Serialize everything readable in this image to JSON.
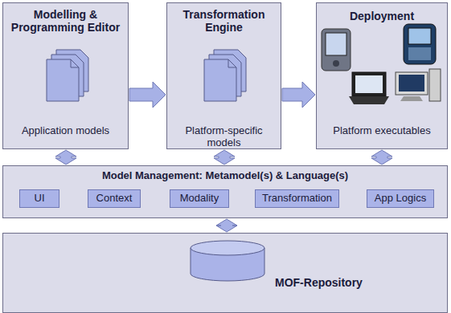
{
  "diagram": {
    "nodes": [
      {
        "text": [
          "Modelling & Programming Editor",
          "Application models"
        ]
      },
      {
        "text": [
          "Transformation Engine",
          "Platform-specific models"
        ]
      },
      {
        "text": [
          "Deployment",
          "Platform executables"
        ]
      },
      {
        "text": [
          "Model Management: Metamodel(s) & Language(s)"
        ]
      },
      {
        "text": [
          "UI"
        ],
        "in": 3
      },
      {
        "text": [
          "Context"
        ],
        "in": 3
      },
      {
        "text": [
          "Modality"
        ],
        "in": 3
      },
      {
        "text": [
          "Transformation"
        ],
        "in": 3
      },
      {
        "text": [
          "App Logics"
        ],
        "in": 3
      },
      {
        "text": [
          "MOF-Repository"
        ]
      }
    ],
    "edges": [
      {
        "from": 0,
        "to": 1,
        "arrow": "to"
      },
      {
        "from": 1,
        "to": 2,
        "arrow": "to"
      },
      {
        "from": 0,
        "to": 3,
        "arrow": "both"
      },
      {
        "from": 1,
        "to": 3,
        "arrow": "both"
      },
      {
        "from": 2,
        "to": 3,
        "arrow": "both"
      },
      {
        "from": 3,
        "to": 9,
        "arrow": "both"
      }
    ]
  }
}
